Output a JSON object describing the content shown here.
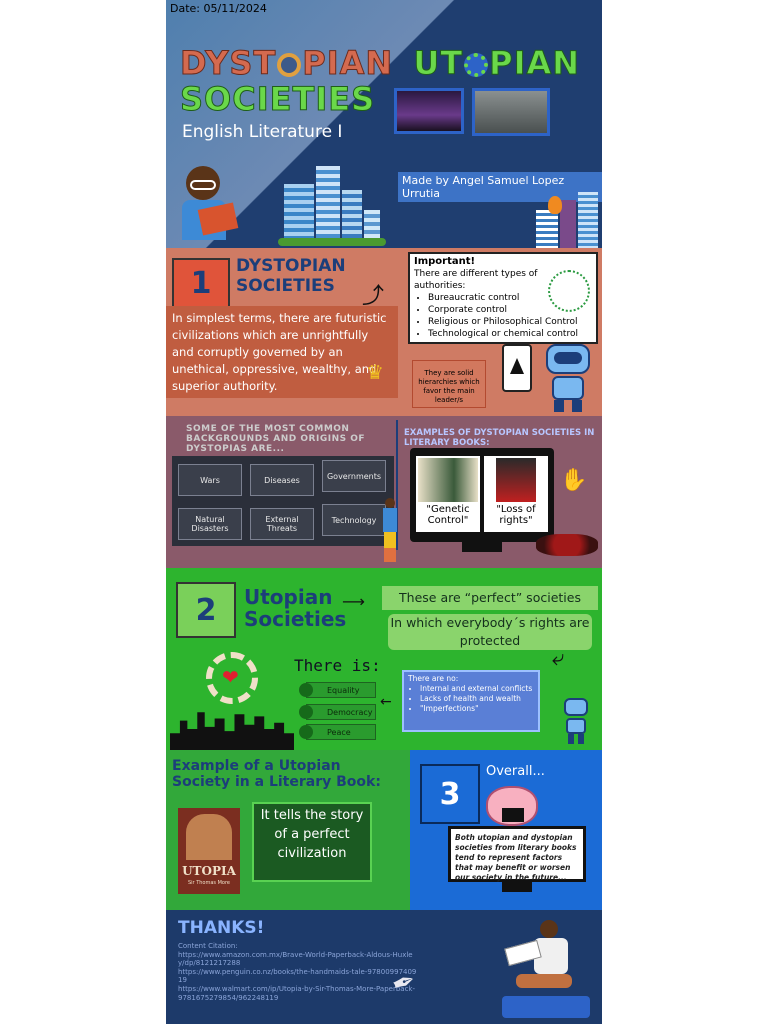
{
  "date": "Date: 05/11/2024",
  "header": {
    "title_part1": "DYST",
    "title_part2": "PIAN",
    "title_part3": "UT",
    "title_part4": "PIAN",
    "title_line2": "SOCIETIES",
    "subtitle": "English Literature I",
    "author": "Made by Angel Samuel Lopez Urrutia"
  },
  "section1": {
    "number": "1",
    "heading_line1": "DYSTOPIAN",
    "heading_line2": "SOCIETIES",
    "definition": "In simplest terms, there are futuristic civilizations which are unrightfully and corruptly governed by an unethical, oppressive, wealthy, and superior authority.",
    "important_title": "Important!",
    "important_intro": "There are different types of authorities:",
    "authority_types": [
      "Bureaucratic control",
      "Corporate control",
      "Religious or Philosophical Control",
      "Technological or chemical control"
    ],
    "solid_note": "They are solid hierarchies which favor the main leader/s"
  },
  "section1b": {
    "common_title": "SOME OF THE MOST COMMON BACKGROUNDS AND ORIGINS OF DYSTOPIAS ARE...",
    "backgrounds": [
      "Wars",
      "Diseases",
      "Governments",
      "Natural Disasters",
      "External Threats",
      "Technology"
    ],
    "examples_title": "EXAMPLES OF DYSTOPIAN SOCIETIES IN LITERARY BOOKS:",
    "example1": "\"Genetic Control\"",
    "example2": "\"Loss of rights\""
  },
  "section2": {
    "number": "2",
    "heading_line1": "Utopian",
    "heading_line2": "Societies",
    "perfect": "These are “perfect” societies",
    "rights": "In which everybody´s rights are protected",
    "there_is": "There is:",
    "values": [
      "Equality",
      "Democracy",
      "Peace"
    ],
    "there_are_no": "There are no:",
    "absences": [
      "Internal and external conflicts",
      "Lacks of health and wealth",
      "\"Imperfections\""
    ]
  },
  "section3": {
    "example_title": "Example of a Utopian Society in a Literary Book:",
    "tells": "It tells the story of a perfect civilization",
    "book_title": "UTOPIA",
    "book_author": "Sir Thomas More",
    "number": "3",
    "overall": "Overall...",
    "overall_text": "Both utopian and dystopian societies from literary books tend to represent factors that may benefit or worsen our society in the future..."
  },
  "thanks": {
    "title": "THANKS!",
    "citation_label": "Content Citation:",
    "citations": [
      "https://www.amazon.com.mx/Brave-World-Paperback-Aldous-Huxley/dp/8121217288",
      "https://www.penguin.co.nz/books/the-handmaids-tale-9780099740919",
      "https://www.walmart.com/ip/Utopia-by-Sir-Thomas-More-Paperback-9781675279854/962248119"
    ]
  },
  "colors": {
    "header_bg": "#1f3e70",
    "dystopian_bg": "#cf7b64",
    "utopian_bg": "#2db42e",
    "accent_blue": "#1b6bd6"
  }
}
